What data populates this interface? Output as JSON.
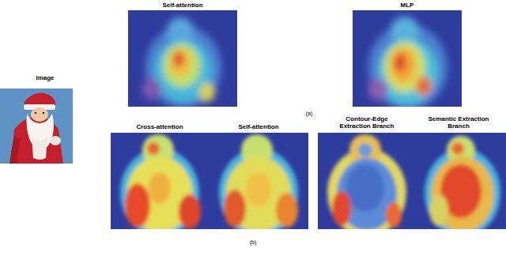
{
  "diagram": {
    "labels": [
      "Image",
      "Self-attention",
      "MLP",
      "(a)",
      "Cross-attention",
      "Self-attention",
      "Contour-Edge Extraction Branch",
      "Semantic Extraction Branch",
      "(b)"
    ]
  }
}
